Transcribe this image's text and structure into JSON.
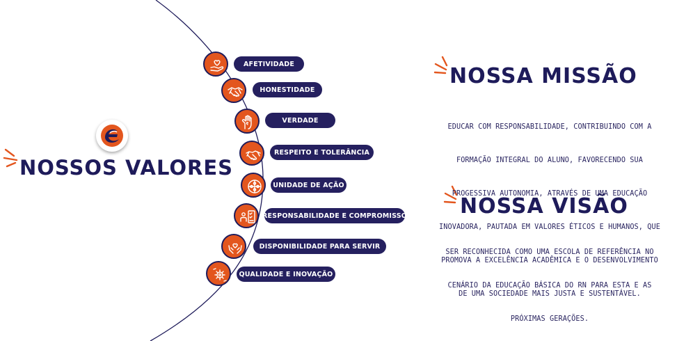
{
  "valores": {
    "title": "NOSSOS VALORES",
    "items": [
      {
        "label": "AFETIVIDADE",
        "icon": "heart-hand-icon"
      },
      {
        "label": "HONESTIDADE",
        "icon": "handshake-icon"
      },
      {
        "label": "VERDADE",
        "icon": "heart-palm-icon"
      },
      {
        "label": "RESPEITO E TOLERÂNCIA",
        "icon": "handshake-icon"
      },
      {
        "label": "UNIDADE DE AÇÃO",
        "icon": "puzzle-icon"
      },
      {
        "label": "RESPONSABILIDADE E COMPROMISSO",
        "icon": "people-checklist-icon"
      },
      {
        "label": "DISPONIBILIDADE PARA SERVIR",
        "icon": "hands-heart-icon"
      },
      {
        "label": "QUALIDADE E INOVAÇÃO",
        "icon": "lightbulb-gear-icon"
      }
    ]
  },
  "missao": {
    "title": "NOSSA MISSÃO",
    "lines": [
      "EDUCAR COM RESPONSABILIDADE, CONTRIBUINDO COM A",
      "FORMAÇÃO INTEGRAL DO ALUNO, FAVORECENDO SUA",
      "PROGESSIVA AUTONOMIA, ATRAVÉS DE UMA EDUCAÇÃO",
      "INOVADORA, PAUTADA EM VALORES ÉTICOS E HUMANOS, QUE",
      "PROMOVA A EXCELÊNCIA ACADÊMICA E O DESENVOLVIMENTO",
      "DE UMA SOCIEDADE MAIS JUSTA E SUSTENTÁVEL."
    ]
  },
  "visao": {
    "title": "NOSSA VISÃO",
    "lines": [
      "SER RECONHECIDA COMO UMA ESCOLA DE REFERÊNCIA NO",
      "CENÁRIO DA EDUCAÇÃO BÁSICA DO RN PARA ESTA E AS",
      "PRÓXIMAS GERAÇÕES."
    ]
  },
  "colors": {
    "navy": "#1e1b5a",
    "pill": "#25205f",
    "orange": "#e3561e",
    "white": "#ffffff"
  },
  "logo": {
    "icon": "school-logo-icon"
  }
}
